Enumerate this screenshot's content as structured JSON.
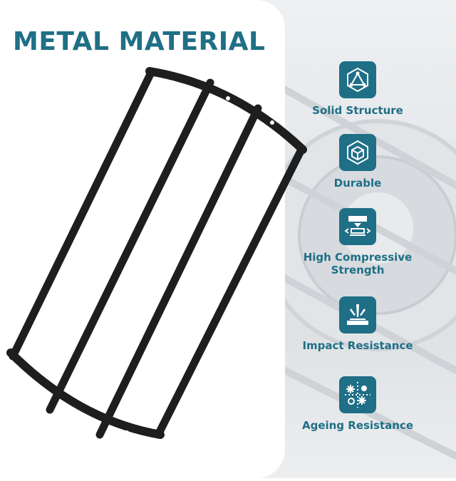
{
  "title": "METAL MATERIAL",
  "features": [
    {
      "label": "Solid Structure",
      "icon": "triangle-structure-icon"
    },
    {
      "label": "Durable",
      "icon": "cube-icon"
    },
    {
      "label": "High Compressive Strength",
      "icon": "press-icon"
    },
    {
      "label": "Impact Resistance",
      "icon": "impact-icon"
    },
    {
      "label": "Ageing Resistance",
      "icon": "weather-icon"
    }
  ],
  "colors": {
    "accent": "#1f6f86",
    "frame": "#1e1e1e"
  }
}
